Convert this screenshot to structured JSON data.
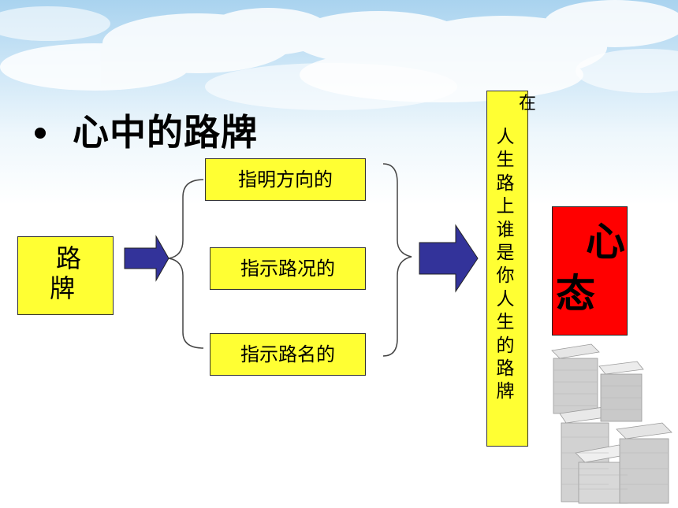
{
  "title": "心中的路牌",
  "source_box": {
    "line1": "路",
    "line2": "牌"
  },
  "items": [
    {
      "label": "指明方向的"
    },
    {
      "label": "指示路况的"
    },
    {
      "label": "指示路名的"
    }
  ],
  "vertical_text": {
    "first": "在",
    "chars": [
      "人",
      "生",
      "路",
      "上",
      "谁",
      "是",
      "你",
      "人",
      "生",
      "的",
      "路",
      "牌"
    ]
  },
  "result_box": {
    "char1": "心",
    "char2": "态"
  },
  "colors": {
    "box_fill": "#ffff33",
    "arrow_fill": "#33339a",
    "result_fill": "#ff0000"
  }
}
